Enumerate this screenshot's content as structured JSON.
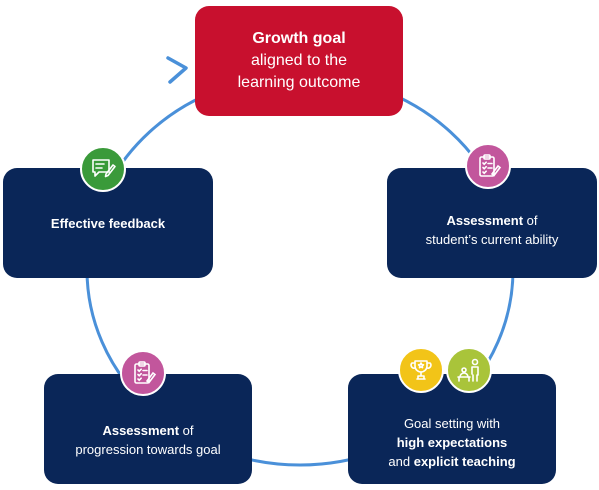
{
  "nodes": {
    "growth_goal": {
      "title": "Growth goal",
      "line2": "aligned to the",
      "line3": "learning outcome"
    },
    "assessment_current": {
      "bold": "Assessment",
      "rest": " of",
      "line2": "student’s current ability"
    },
    "goal_setting": {
      "line1": "Goal setting with",
      "line2": "high expectations",
      "line3_pre": "and ",
      "line3_bold": "explicit teaching"
    },
    "assessment_progress": {
      "bold": "Assessment",
      "rest": " of",
      "line2": "progression towards goal"
    },
    "feedback": {
      "title": "Effective feedback"
    }
  },
  "icons": {
    "clipboard_top": "clipboard-checklist-icon",
    "trophy": "trophy-icon",
    "teacher": "teacher-icon",
    "clipboard_bottom": "clipboard-checklist-icon",
    "feedback": "feedback-chat-icon"
  },
  "colors": {
    "navy": "#0a2658",
    "red": "#c8102e",
    "ring": "#4a90d9",
    "pink": "#c2569c",
    "green": "#3a9a3a",
    "yellow": "#f2c418",
    "lime": "#a9c43a"
  }
}
